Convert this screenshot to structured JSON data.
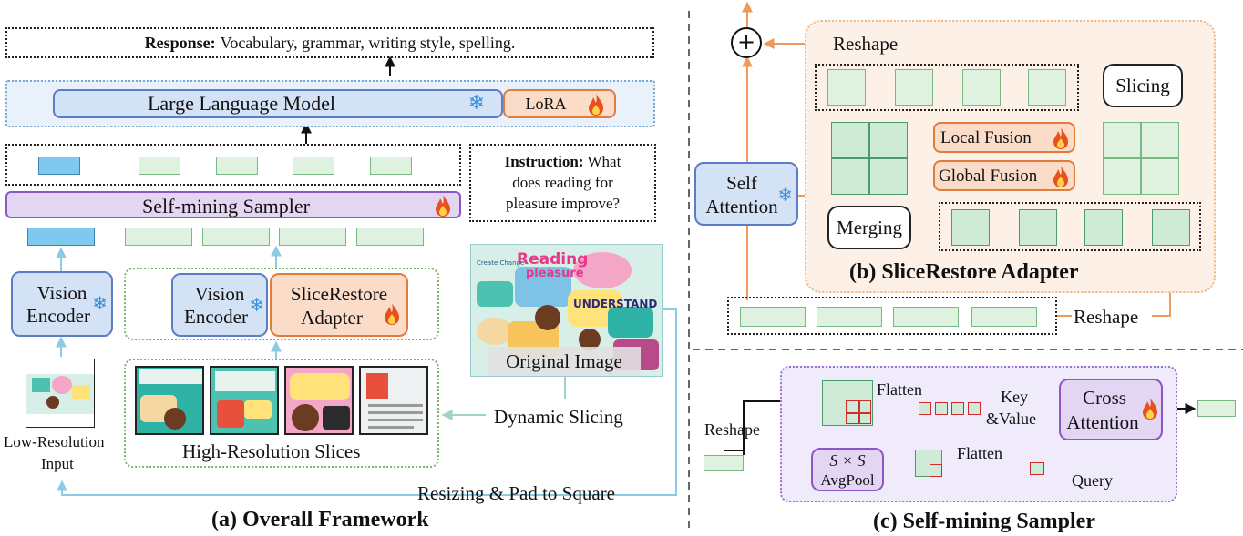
{
  "panel_a": {
    "response_label": "Response:",
    "response_text": "Vocabulary, grammar, writing style, spelling.",
    "llm": "Large Language Model",
    "lora": "LoRA",
    "instruction_label": "Instruction:",
    "instruction_line1": "What",
    "instruction_line2": "does reading for",
    "instruction_line3": "pleasure improve?",
    "sampler": "Self-mining Sampler",
    "vision_encoder_1": "Vision",
    "vision_encoder_2": "Encoder",
    "slicerestore_1": "SliceRestore",
    "slicerestore_2": "Adapter",
    "original_image": "Original Image",
    "dynamic_slicing": "Dynamic Slicing",
    "high_res_slices": "High-Resolution Slices",
    "low_res_1": "Low-Resolution",
    "low_res_2": "Input",
    "resizing": "Resizing & Pad to Square",
    "title": "(a) Overall Framework",
    "poster_title_1": "Reading",
    "poster_title_2": "pleasure",
    "poster_understand": "UNDERSTAND",
    "poster_logo": "Create Change"
  },
  "panel_b": {
    "reshape_top": "Reshape",
    "slicing": "Slicing",
    "local_fusion": "Local Fusion",
    "global_fusion": "Global Fusion",
    "self_attention_1": "Self",
    "self_attention_2": "Attention",
    "merging": "Merging",
    "title": "(b) SliceRestore Adapter",
    "reshape_bottom": "Reshape",
    "plus": "+"
  },
  "panel_c": {
    "flatten_top": "Flatten",
    "key": "Key",
    "value": "&Value",
    "cross_1": "Cross",
    "cross_2": "Attention",
    "reshape": "Reshape",
    "avgpool_1": "S × S",
    "avgpool_2": "AvgPool",
    "flatten_bottom": "Flatten",
    "query": "Query",
    "title": "(c) Self-mining Sampler"
  },
  "colors": {
    "token_green": "#cfead7",
    "token_blue": "#7fc8ee",
    "arrow_orange": "#ef9a5a",
    "arrow_blue": "#8ccbe6",
    "arrow_teal": "#9fd3c3",
    "lock_blue": "#3b8fd6",
    "fire": "#e8501e"
  },
  "icons": [
    "snowflake-icon",
    "fire-icon"
  ]
}
